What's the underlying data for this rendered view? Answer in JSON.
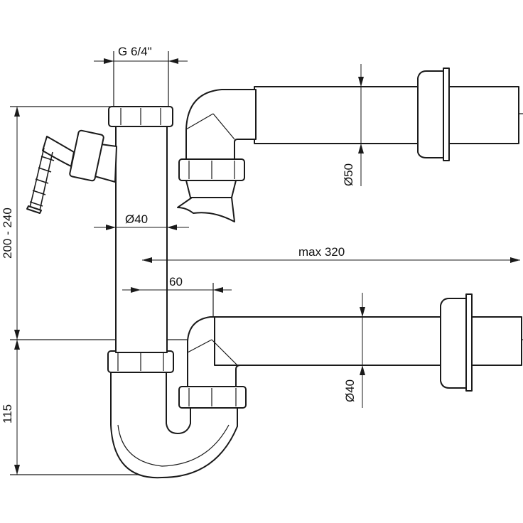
{
  "colors": {
    "line": "#1a1a1a",
    "background": "#ffffff"
  },
  "dimensions": {
    "thread": "G 6/4\"",
    "top_tube": "Ø50",
    "vertical_tube": "Ø40",
    "reach": "max 320",
    "offset": "60",
    "bottom_tube": "Ø40",
    "height_range": "200 - 240",
    "trap_depth": "115"
  }
}
